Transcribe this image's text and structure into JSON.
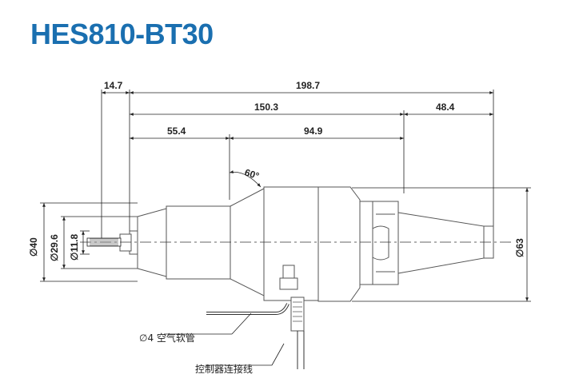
{
  "title": "HES810-BT30",
  "dimensions": {
    "d_14_7": "14.7",
    "d_198_7": "198.7",
    "d_150_3": "150.3",
    "d_48_4": "48.4",
    "d_55_4": "55.4",
    "d_94_9": "94.9",
    "angle": "60°",
    "dia_40": "∅40",
    "dia_29_6": "∅29.6",
    "dia_11_8": "∅11.8",
    "dia_63": "∅63"
  },
  "labels": {
    "hose": "∅4 空气软管",
    "cable": "控制器连接线"
  }
}
